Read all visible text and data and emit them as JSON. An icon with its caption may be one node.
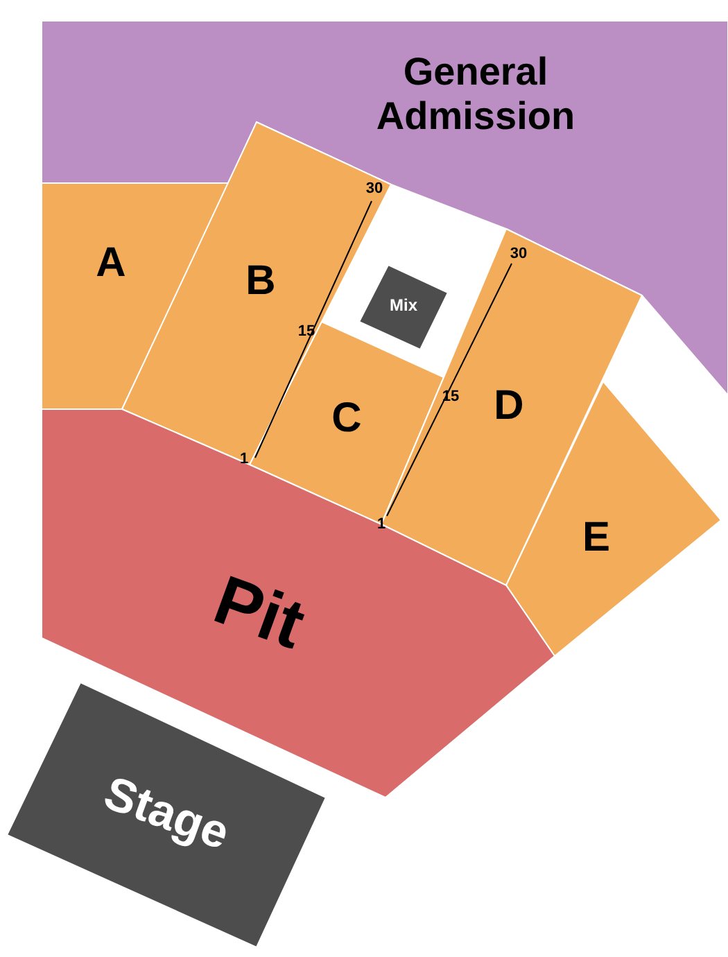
{
  "diagram": {
    "nodes": [
      {
        "text": [
          "General Admission"
        ]
      },
      {
        "text": [
          "A"
        ]
      },
      {
        "text": [
          "B"
        ]
      },
      {
        "text": [
          "Mix"
        ]
      },
      {
        "text": [
          "C"
        ]
      },
      {
        "text": [
          "D"
        ]
      },
      {
        "text": [
          "E"
        ]
      },
      {
        "text": [
          "Pit"
        ]
      },
      {
        "text": [
          "Stage"
        ]
      }
    ],
    "labels": [
      "30",
      "15",
      "1",
      "30",
      "15",
      "1"
    ]
  }
}
